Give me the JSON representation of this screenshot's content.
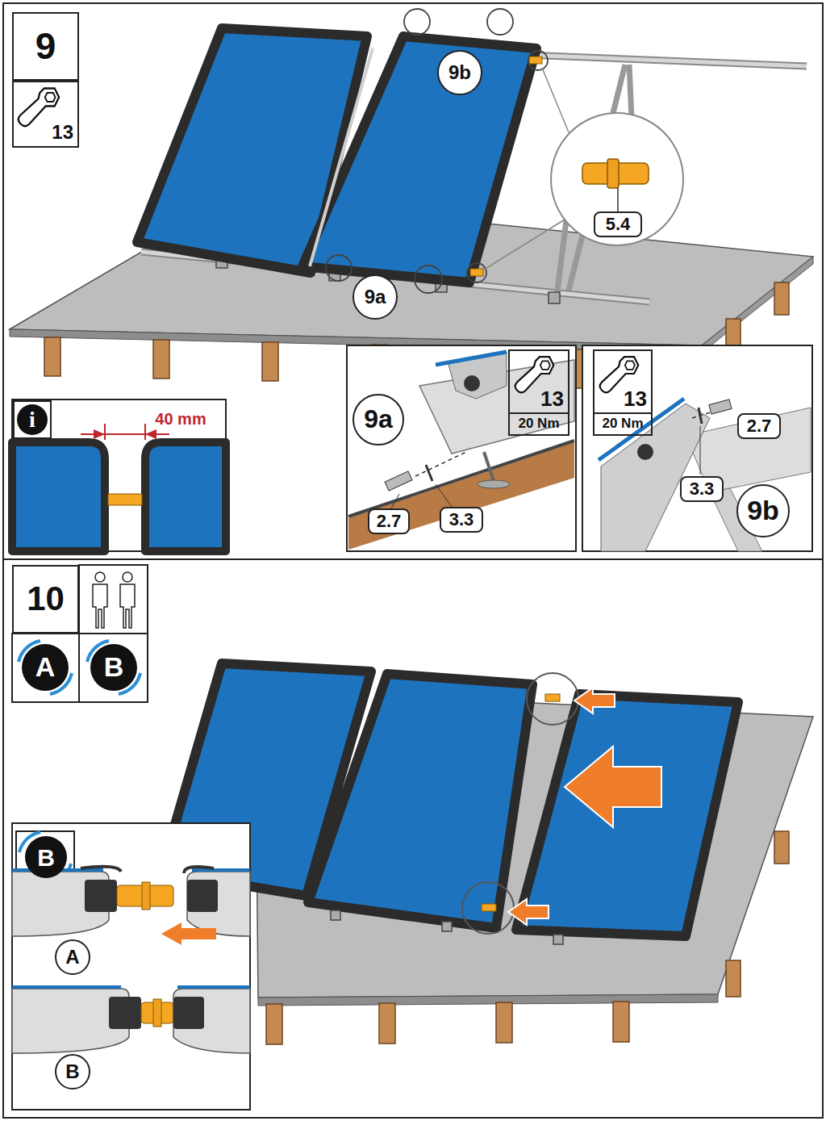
{
  "diagram": {
    "nodes": [
      {
        "text": [
          "9"
        ]
      },
      {
        "text": [
          "13"
        ]
      },
      {
        "text": [
          "9b"
        ]
      },
      {
        "text": [
          "5.4"
        ]
      },
      {
        "text": [
          "9a"
        ]
      },
      {
        "text": [
          "9a"
        ]
      },
      {
        "text": [
          "13",
          "20 Nm"
        ]
      },
      {
        "text": [
          "2.7"
        ]
      },
      {
        "text": [
          "3.3"
        ]
      },
      {
        "text": [
          "13",
          "20 Nm"
        ]
      },
      {
        "text": [
          "2.7"
        ]
      },
      {
        "text": [
          "3.3"
        ]
      },
      {
        "text": [
          "9b"
        ]
      },
      {
        "text": [
          "10"
        ]
      },
      {
        "text": [
          "A"
        ]
      },
      {
        "text": [
          "B"
        ]
      },
      {
        "text": [
          "B"
        ]
      },
      {
        "text": [
          "A"
        ]
      },
      {
        "text": [
          "B"
        ]
      }
    ],
    "labels": [
      "i",
      "40 mm"
    ]
  }
}
